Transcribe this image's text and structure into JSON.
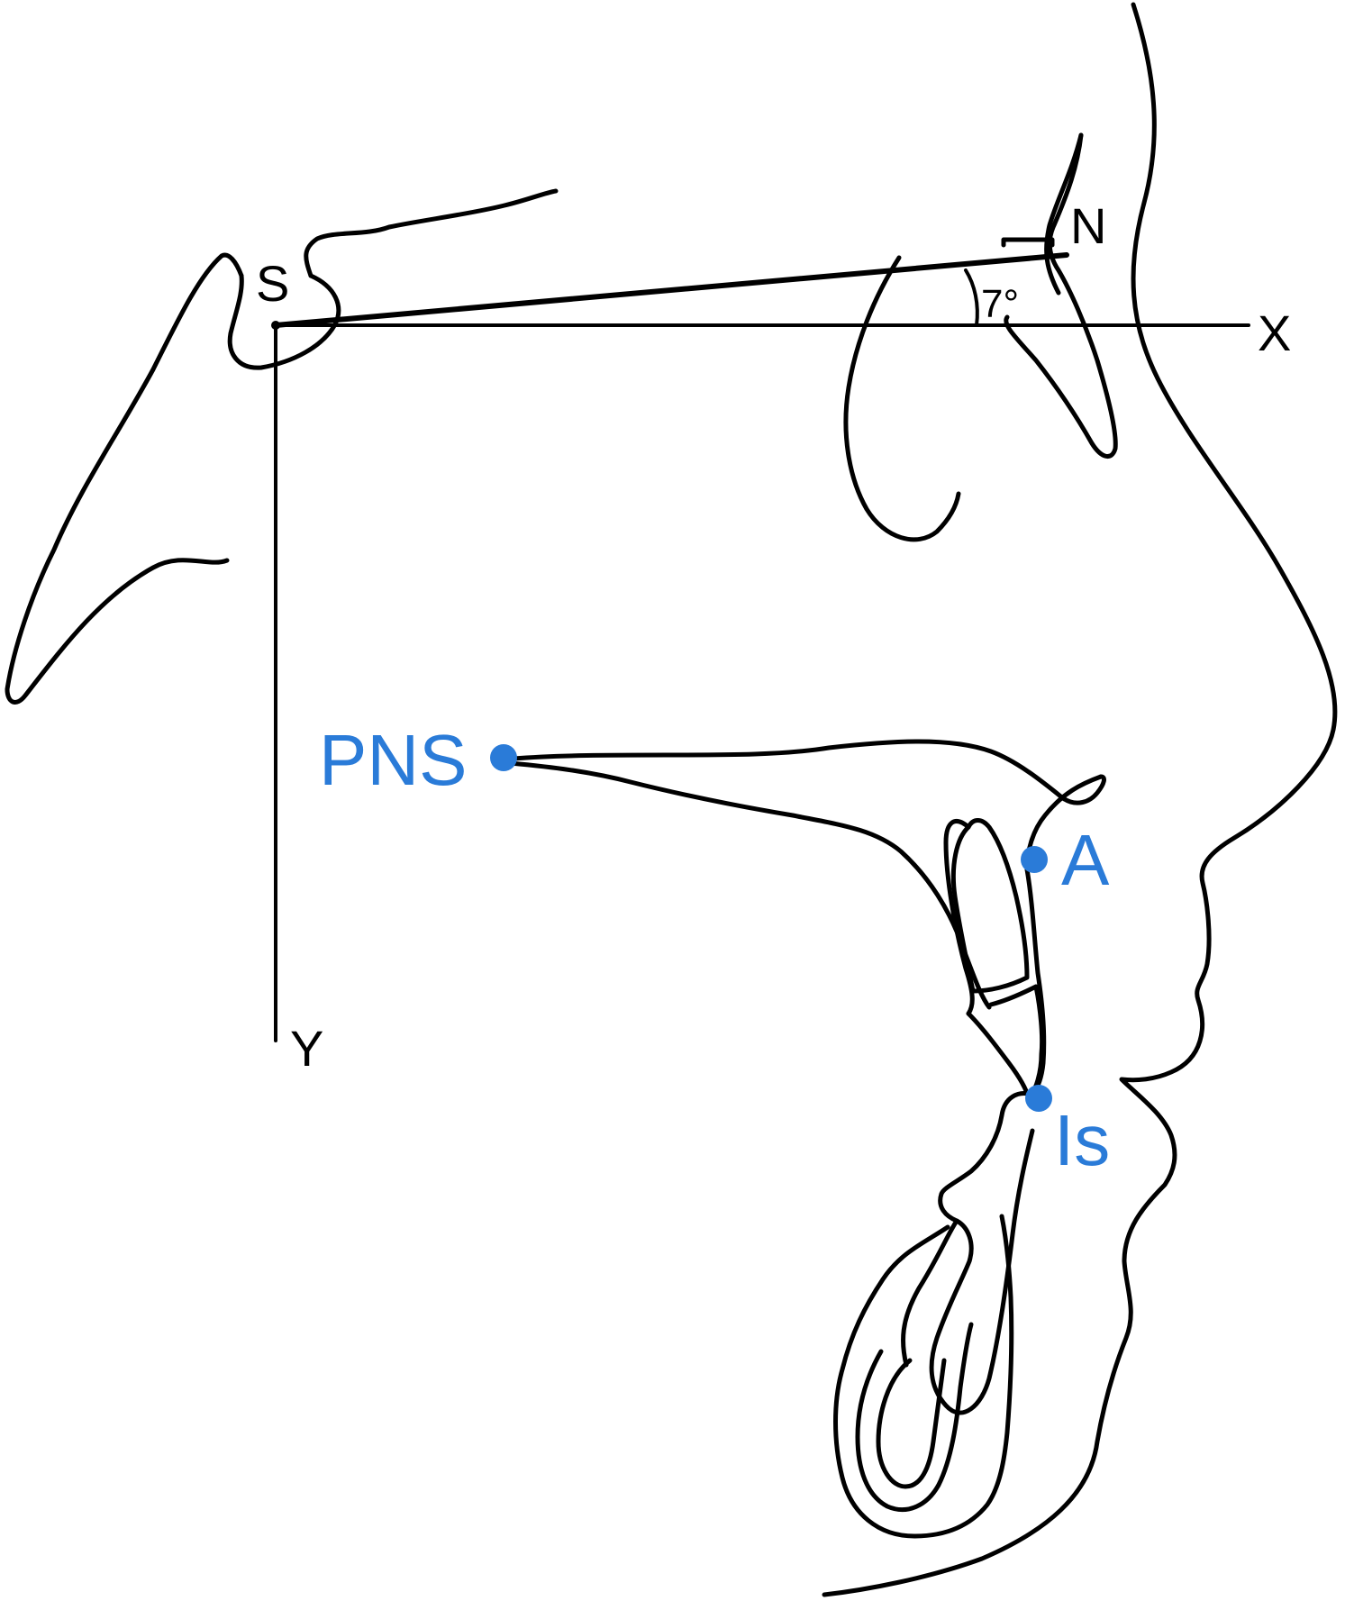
{
  "labels": {
    "s": "S",
    "n": "N",
    "x_axis": "X",
    "y_axis": "Y",
    "angle": "7°",
    "pns": "PNS",
    "a": "A",
    "is": "Is"
  },
  "colors": {
    "line": "#000000",
    "landmark": "#2a7bd8",
    "background": "#ffffff"
  }
}
